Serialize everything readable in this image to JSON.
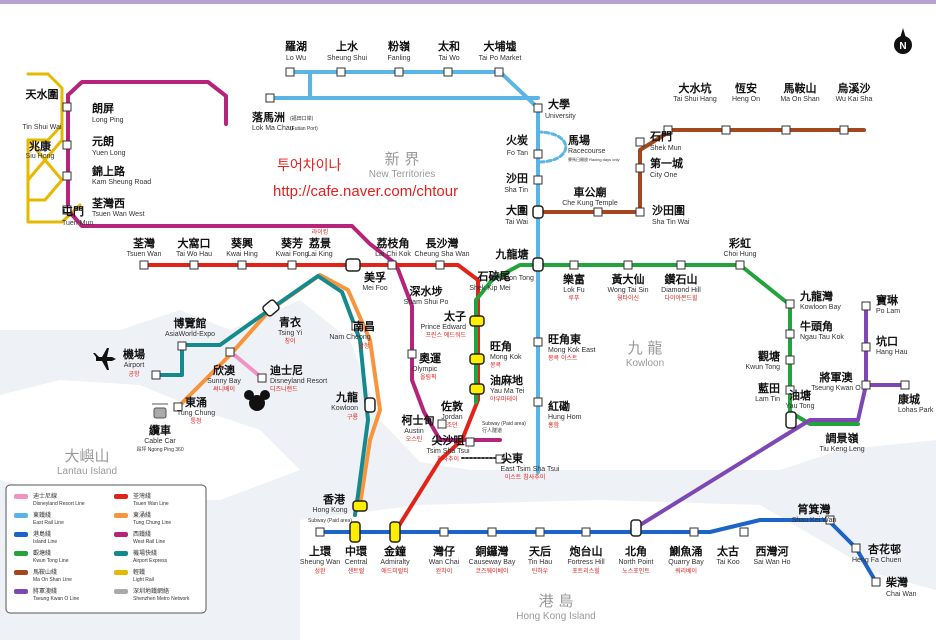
{
  "promo": {
    "korean_text": "투어차이나",
    "url_text": "http://cafe.naver.com/chtour"
  },
  "regions": {
    "new_territories": {
      "zh": "新 界",
      "en": "New Territories"
    },
    "kowloon": {
      "zh": "九 龍",
      "en": "Kowloon"
    },
    "lantau": {
      "zh": "大嶼山",
      "en": "Lantau Island"
    },
    "hk_island": {
      "zh": "港 島",
      "en": "Hong Kong Island"
    }
  },
  "compass_label": "N",
  "colors": {
    "east_rail": "#5ab4e5",
    "west_rail": "#b5237b",
    "tsuen_wan": "#e2231a",
    "kwun_tong": "#22a33c",
    "island": "#1c64c8",
    "tung_chung": "#f7943c",
    "tseung_kwan_o": "#7e47b4",
    "ma_on_shan": "#a3471d",
    "light_rail": "#e6b800",
    "airport_express": "#148a8f",
    "disneyland": "#f291c6"
  },
  "stations": {
    "lo_wu": {
      "zh": "羅湖",
      "en": "Lo Wu"
    },
    "sheung_shui": {
      "zh": "上水",
      "en": "Sheung Shui"
    },
    "fanling": {
      "zh": "粉嶺",
      "en": "Fanling"
    },
    "tai_wo": {
      "zh": "太和",
      "en": "Tai Wo"
    },
    "tai_po_market": {
      "zh": "大埔墟",
      "en": "Tai Po Market"
    },
    "lok_ma_chau": {
      "zh": "落馬洲",
      "zh_note": "(福田口岸)",
      "en": "Lok Ma Chau",
      "en_note": "(Futian Port)"
    },
    "university": {
      "zh": "大學",
      "en": "University"
    },
    "fo_tan": {
      "zh": "火炭",
      "en": "Fo Tan"
    },
    "racecourse": {
      "zh": "馬場",
      "en": "Racecourse",
      "note": "賽馬日開放 Racing days only"
    },
    "sha_tin": {
      "zh": "沙田",
      "en": "Sha Tin"
    },
    "tai_wai": {
      "zh": "大圍",
      "en": "Tai Wai"
    },
    "tin_shui_wai": {
      "zh": "天水圍",
      "en": "Tin Shui Wai"
    },
    "long_ping": {
      "zh": "朗屏",
      "en": "Long Ping"
    },
    "yuen_long": {
      "zh": "元朗",
      "en": "Yuen Long"
    },
    "siu_hong": {
      "zh": "兆康",
      "en": "Siu Hong"
    },
    "kam_sheung_road": {
      "zh": "錦上路",
      "en": "Kam Sheung Road"
    },
    "tsuen_wan_west": {
      "zh": "荃灣西",
      "en": "Tsuen Wan West"
    },
    "tuen_mun": {
      "zh": "屯門",
      "en": "Tuen Mun"
    },
    "tai_shui_hang": {
      "zh": "大水坑",
      "en": "Tai Shui Hang"
    },
    "heng_on": {
      "zh": "恆安",
      "en": "Heng On"
    },
    "ma_on_shan": {
      "zh": "馬鞍山",
      "en": "Ma On Shan"
    },
    "wu_kai_sha": {
      "zh": "烏溪沙",
      "en": "Wu Kai Sha"
    },
    "shek_mun": {
      "zh": "石門",
      "en": "Shek Mun"
    },
    "city_one": {
      "zh": "第一城",
      "en": "City One"
    },
    "che_kung_temple": {
      "zh": "車公廟",
      "en": "Che Kung Temple"
    },
    "sha_tin_wai": {
      "zh": "沙田圍",
      "en": "Sha Tin Wai"
    },
    "tsuen_wan": {
      "zh": "荃灣",
      "en": "Tsuen Wan"
    },
    "tai_wo_hau": {
      "zh": "大窩口",
      "en": "Tai Wo Hau"
    },
    "kwai_hing": {
      "zh": "葵興",
      "en": "Kwai Hing"
    },
    "kwai_fong": {
      "zh": "葵芳",
      "en": "Kwai Fong"
    },
    "lai_king": {
      "zh": "荔景",
      "en": "Lai King",
      "kr": "라이킹"
    },
    "lai_chi_kok": {
      "zh": "荔枝角",
      "en": "Lai Chi Kok"
    },
    "cheung_sha_wan": {
      "zh": "長沙灣",
      "en": "Cheung Sha Wan"
    },
    "mei_foo": {
      "zh": "美孚",
      "en": "Mei Foo"
    },
    "sham_shui_po": {
      "zh": "深水埗",
      "en": "Sham Shui Po"
    },
    "kowloon_tong": {
      "zh": "九龍塘",
      "en": "Kowloon Tong"
    },
    "shek_kip_mei": {
      "zh": "石硤尾",
      "en": "Shek Kip Mei"
    },
    "lok_fu": {
      "zh": "樂富",
      "en": "Lok Fu",
      "kr": "루푸"
    },
    "wong_tai_sin": {
      "zh": "黃大仙",
      "en": "Wong Tai Sin",
      "kr": "웡타이신"
    },
    "diamond_hill": {
      "zh": "鑽石山",
      "en": "Diamond Hill",
      "kr": "다이아몬드힐"
    },
    "choi_hung": {
      "zh": "彩虹",
      "en": "Choi Hung"
    },
    "kowloon_bay": {
      "zh": "九龍灣",
      "en": "Kowloon Bay"
    },
    "ngau_tau_kok": {
      "zh": "牛頭角",
      "en": "Ngau Tau Kok"
    },
    "kwun_tong": {
      "zh": "觀塘",
      "en": "Kwun Tong"
    },
    "lam_tin": {
      "zh": "藍田",
      "en": "Lam Tin"
    },
    "yau_tong": {
      "zh": "油塘",
      "en": "Yau Tong"
    },
    "tiu_keng_leng": {
      "zh": "調景嶺",
      "en": "Tiu Keng Leng"
    },
    "tseung_kwan_o": {
      "zh": "將軍澳",
      "en": "Tseung Kwan O"
    },
    "po_lam": {
      "zh": "寶琳",
      "en": "Po Lam"
    },
    "hang_hau": {
      "zh": "坑口",
      "en": "Hang Hau"
    },
    "lohas_park": {
      "zh": "康城",
      "en": "Lohas Park"
    },
    "asiaworld": {
      "zh": "博覽館",
      "en": "AsiaWorld-Expo"
    },
    "airport": {
      "zh": "機場",
      "en": "Airport",
      "kr": "공항"
    },
    "tsing_yi": {
      "zh": "青衣",
      "en": "Tsing Yi",
      "kr": "칭이"
    },
    "sunny_bay": {
      "zh": "欣澳",
      "en": "Sunny Bay",
      "kr": "써니베이"
    },
    "disneyland": {
      "zh": "迪士尼",
      "en": "Disneyland Resort",
      "kr": "디즈니랜드"
    },
    "tung_chung": {
      "zh": "東涌",
      "en": "Tung Chung",
      "kr": "퉁청"
    },
    "cable_car": {
      "zh": "纜車",
      "en": "Cable Car",
      "note": "昂坪 Ngong Ping 360"
    },
    "nam_cheong": {
      "zh": "南昌",
      "en": "Nam Cheong",
      "kr": "남청"
    },
    "olympic": {
      "zh": "奧運",
      "en": "Olympic",
      "kr": "올림픽"
    },
    "kowloon": {
      "zh": "九龍",
      "en": "Kowloon",
      "kr": "구룡"
    },
    "austin": {
      "zh": "柯士甸",
      "en": "Austin",
      "kr": "오스틴"
    },
    "prince_edward": {
      "zh": "太子",
      "en": "Prince Edward",
      "kr": "프린스 에드워드"
    },
    "mong_kok": {
      "zh": "旺角",
      "en": "Mong Kok",
      "kr": "몽콕"
    },
    "mong_kok_east": {
      "zh": "旺角東",
      "en": "Mong Kok East",
      "kr": "몽콕 이스트"
    },
    "yau_ma_tei": {
      "zh": "油麻地",
      "en": "Yau Ma Tei",
      "kr": "야우마테이"
    },
    "jordan": {
      "zh": "佐敦",
      "en": "Jordan",
      "kr": "조던"
    },
    "hung_hom": {
      "zh": "紅磡",
      "en": "Hung Hom",
      "kr": "홍함"
    },
    "tsim_sha_tsui": {
      "zh": "尖沙咀",
      "en": "Tsim Sha Tsui",
      "kr": "침사추이"
    },
    "east_tsim_sha_tsui": {
      "zh": "尖東",
      "en": "East Tsim Sha Tsui",
      "kr": "이스트 침사추이"
    },
    "subway_note": {
      "zh": "行人隧道",
      "en": "Subway (Paid area)"
    },
    "hong_kong": {
      "zh": "香港",
      "en": "Hong Kong"
    },
    "sheung_wan": {
      "zh": "上環",
      "en": "Sheung Wan",
      "kr": "성완"
    },
    "central": {
      "zh": "中環",
      "en": "Central",
      "kr": "센트럴"
    },
    "admiralty": {
      "zh": "金鐘",
      "en": "Admiralty",
      "kr": "애드미럴티"
    },
    "wan_chai": {
      "zh": "灣仔",
      "en": "Wan Chai",
      "kr": "완차이"
    },
    "causeway_bay": {
      "zh": "銅鑼灣",
      "en": "Causeway Bay",
      "kr": "코즈웨이베이"
    },
    "tin_hau": {
      "zh": "天后",
      "en": "Tin Hau",
      "kr": "틴하우"
    },
    "fortress_hill": {
      "zh": "炮台山",
      "en": "Fortress Hill",
      "kr": "포트리스힐"
    },
    "north_point": {
      "zh": "北角",
      "en": "North Point",
      "kr": "노스포인트"
    },
    "quarry_bay": {
      "zh": "鰂魚涌",
      "en": "Quarry Bay",
      "kr": "쿼리베이"
    },
    "tai_koo": {
      "zh": "太古",
      "en": "Tai Koo"
    },
    "sai_wan_ho": {
      "zh": "西灣河",
      "en": "Sai Wan Ho"
    },
    "shau_kei_wan": {
      "zh": "筲箕灣",
      "en": "Shau Kei Wan"
    },
    "heng_fa_chuen": {
      "zh": "杏花邨",
      "en": "Heng Fa Chuen"
    },
    "chai_wan": {
      "zh": "柴灣",
      "en": "Chai Wan"
    }
  },
  "legend": [
    {
      "zh": "迪士尼線",
      "en": "Disneyland Resort Line",
      "color": "#f291c6"
    },
    {
      "zh": "荃灣綫",
      "en": "Tsuen Wan Line",
      "color": "#e2231a"
    },
    {
      "zh": "東鐵綫",
      "en": "East Rail Line",
      "color": "#5ab4e5"
    },
    {
      "zh": "東涌綫",
      "en": "Tung Chung Line",
      "color": "#f7943c"
    },
    {
      "zh": "港島綫",
      "en": "Island Line",
      "color": "#1c64c8"
    },
    {
      "zh": "西鐵綫",
      "en": "West Rail Line",
      "color": "#b5237b"
    },
    {
      "zh": "觀塘綫",
      "en": "Kwun Tong Line",
      "color": "#22a33c"
    },
    {
      "zh": "機場快綫",
      "en": "Airport Express",
      "color": "#148a8f"
    },
    {
      "zh": "馬鞍山綫",
      "en": "Ma On Shan Line",
      "color": "#a3471d"
    },
    {
      "zh": "輕鐵",
      "en": "Light Rail",
      "color": "#e6b800"
    },
    {
      "zh": "將軍澳綫",
      "en": "Tseung Kwan O Line",
      "color": "#7e47b4"
    },
    {
      "zh": "深圳地鐵網絡",
      "en": "Shenzhen Metro Network",
      "color": "#aaaaaa"
    }
  ]
}
